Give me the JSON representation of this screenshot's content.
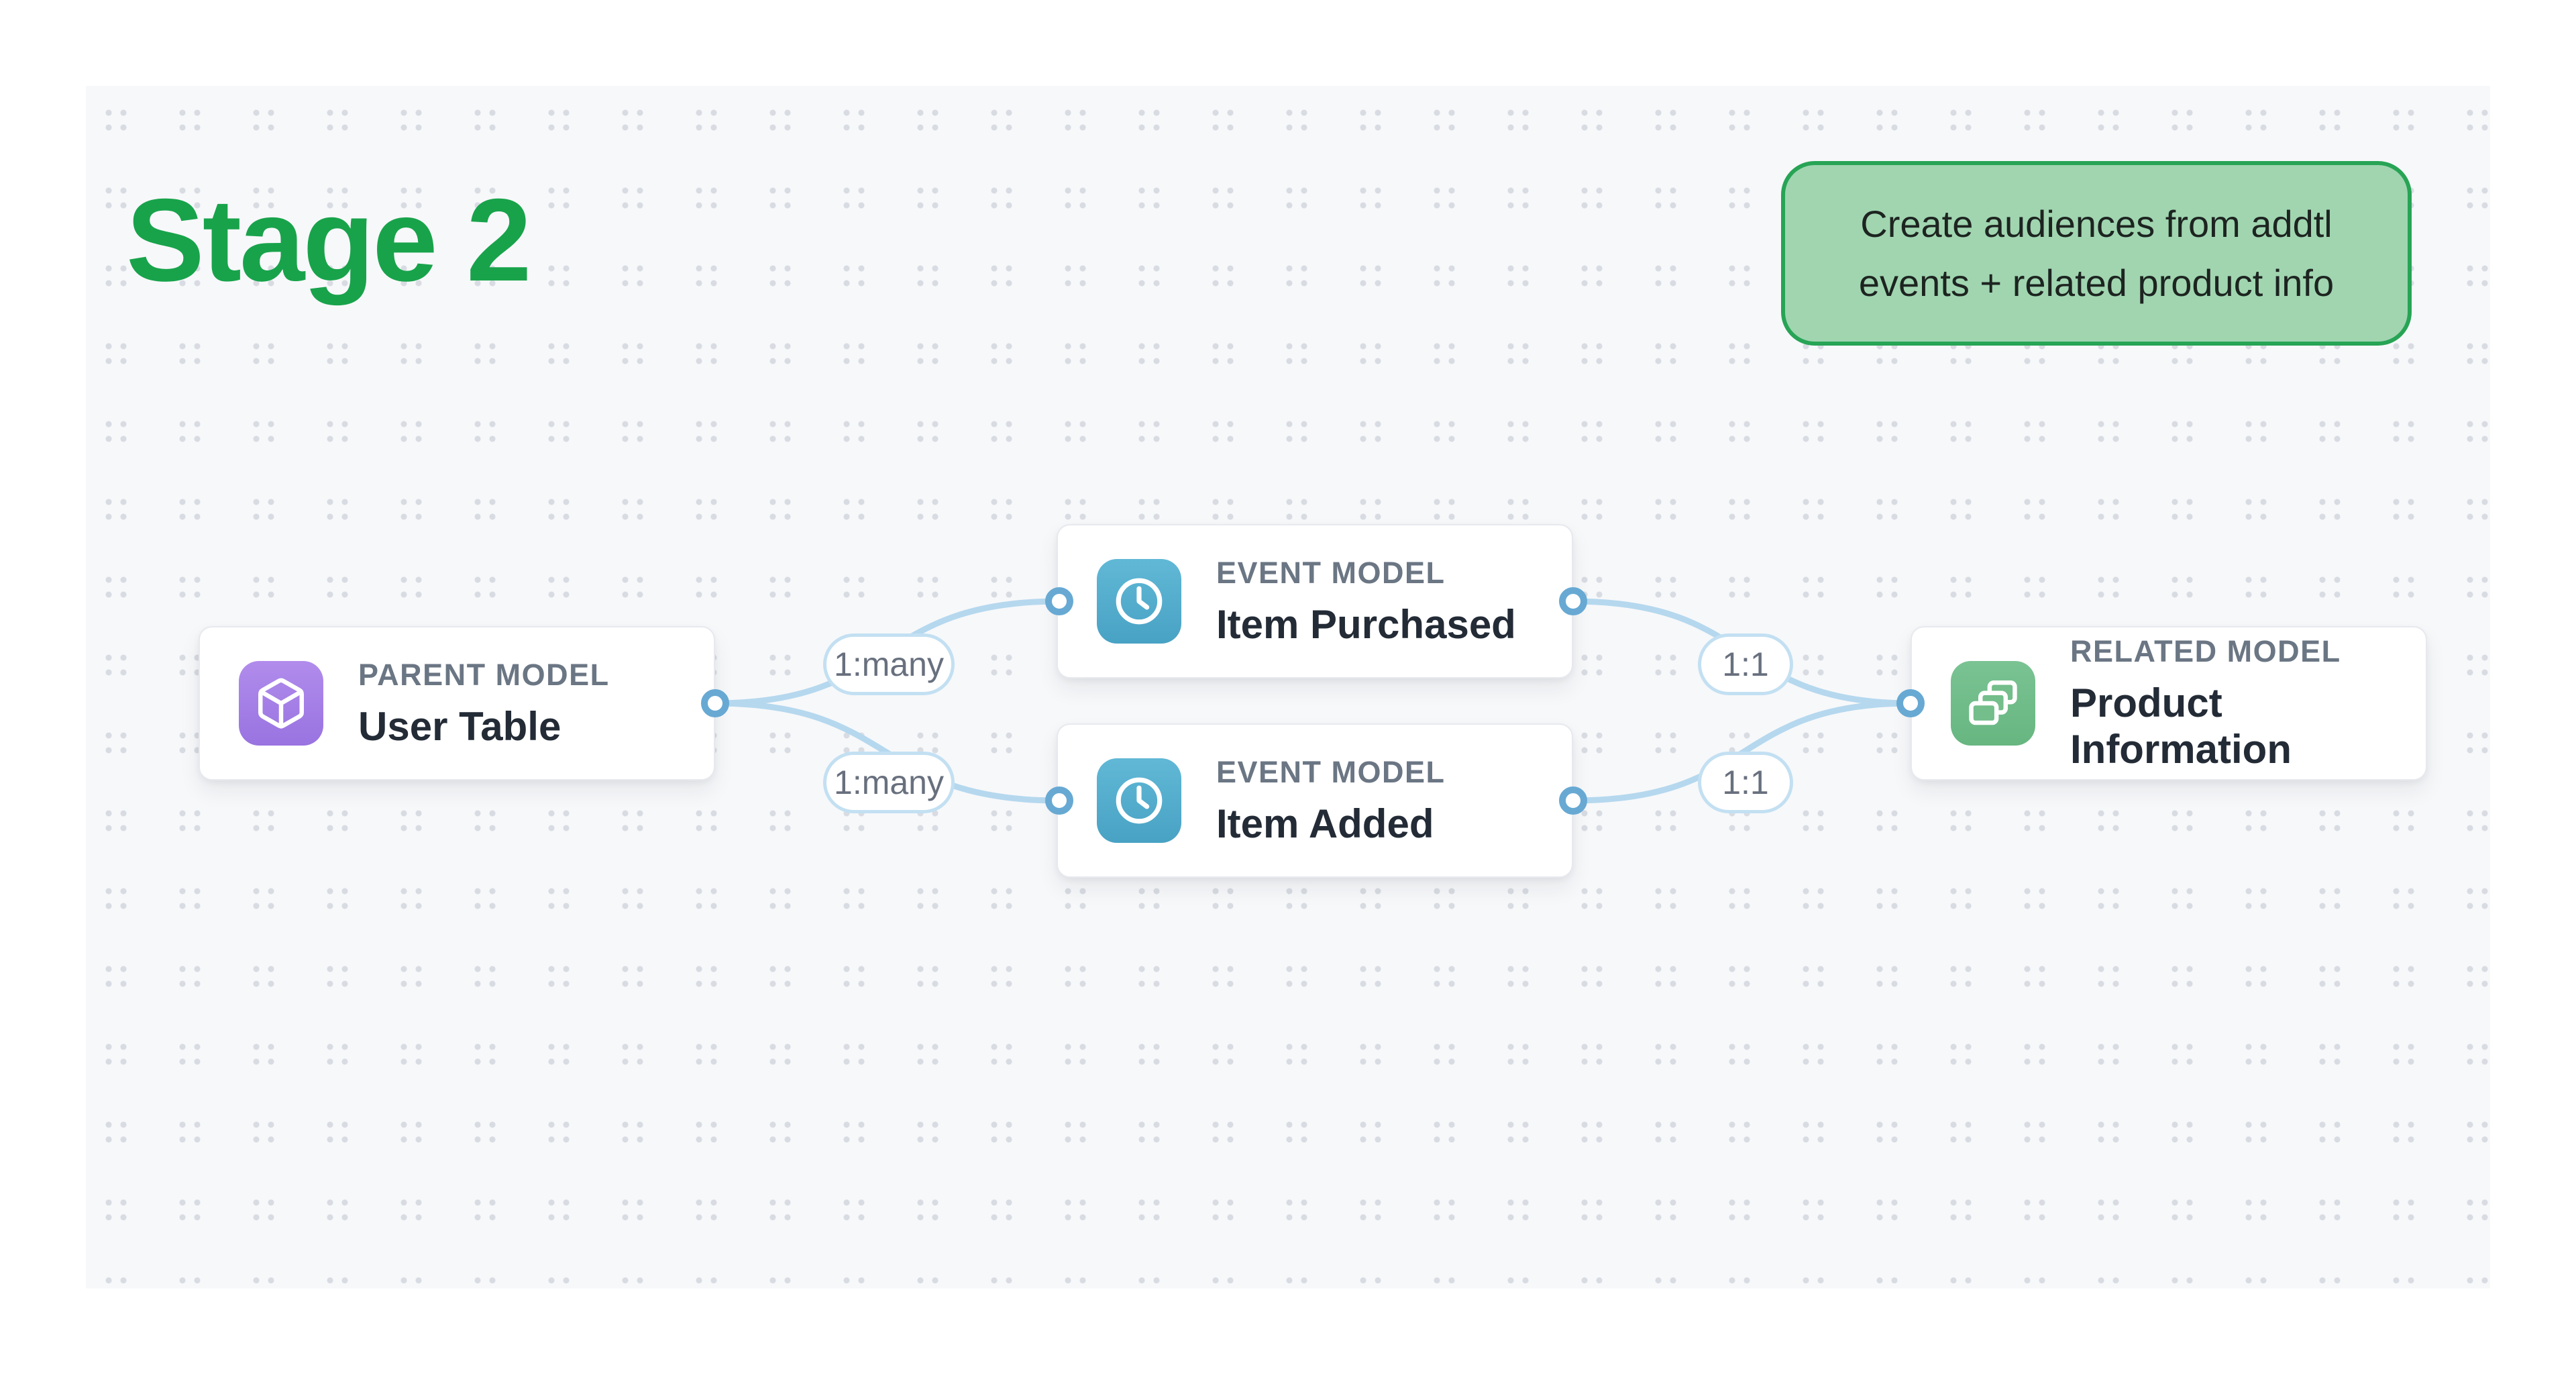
{
  "canvas": {
    "background": "#f7f8fa",
    "dot_color": "#d8dce2"
  },
  "title": {
    "text": "Stage 2",
    "color": "#18a34b"
  },
  "callout": {
    "line1": "Create audiences from addtl",
    "line2": "events + related product info",
    "fill": "#a0d5b0",
    "border_color": "#27a455"
  },
  "nodes": [
    {
      "type_label": "PARENT MODEL",
      "name": "User Table",
      "icon": "cube-icon",
      "tile_color_top": "#b18cec",
      "tile_color_bottom": "#9973e0"
    },
    {
      "type_label": "EVENT MODEL",
      "name": "Item Purchased",
      "icon": "clock-icon",
      "tile_color_top": "#61b8d6",
      "tile_color_bottom": "#48a2c4"
    },
    {
      "type_label": "EVENT MODEL",
      "name": "Item Added",
      "icon": "clock-icon",
      "tile_color_top": "#61b8d6",
      "tile_color_bottom": "#48a2c4"
    },
    {
      "type_label": "RELATED MODEL",
      "name": "Product Information",
      "icon": "stack-icon",
      "tile_color_top": "#7ac393",
      "tile_color_bottom": "#67b680"
    }
  ],
  "relationships": [
    {
      "from": "User Table",
      "to": "Item Purchased",
      "label": "1:many"
    },
    {
      "from": "User Table",
      "to": "Item Added",
      "label": "1:many"
    },
    {
      "from": "Item Purchased",
      "to": "Product Information",
      "label": "1:1"
    },
    {
      "from": "Item Added",
      "to": "Product Information",
      "label": "1:1"
    }
  ],
  "edge_style": {
    "line_color": "#b5d8ee",
    "handle_ring_color": "#67a9d3"
  }
}
